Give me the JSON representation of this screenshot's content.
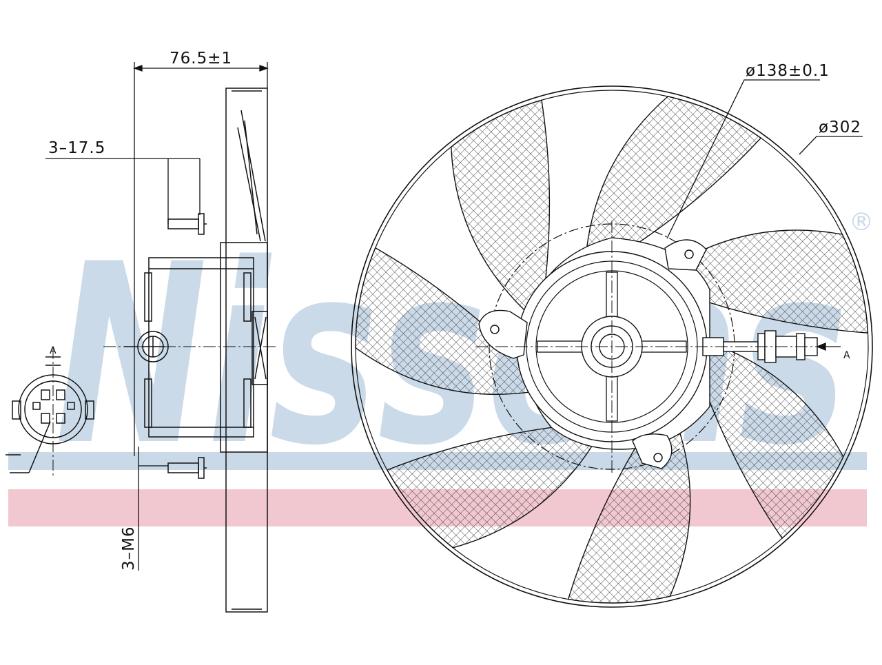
{
  "watermark": {
    "brand_text": "Nissens",
    "registered_mark": "®",
    "band_blue_color": "#c9d9e8",
    "band_pink_color": "#f2c8d0",
    "text_color": "#c9d9e8"
  },
  "drawing": {
    "line_color": "#111111",
    "hatch_color": "#333333",
    "dimensions": {
      "overall_depth": "76.5±1",
      "bolt_spacing": "3–17.5",
      "bolt_thread": "3–M6",
      "hub_diameter": "ø138±0.1",
      "fan_diameter": "ø302",
      "section_marker_left": "A",
      "section_marker_right": "A"
    }
  }
}
